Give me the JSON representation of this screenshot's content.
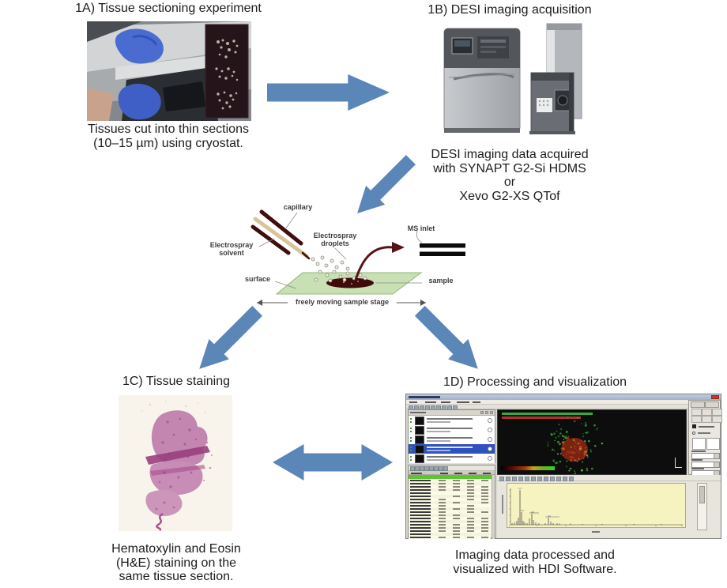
{
  "figure": {
    "background": "#ffffff",
    "arrow_color": "#5b86b8"
  },
  "panels": {
    "a": {
      "title": "1A) Tissue sectioning experiment",
      "caption": "Tissues cut into thin sections\n(10–15 µm) using cryostat."
    },
    "b": {
      "title": "1B) DESI imaging acquisition",
      "caption": "DESI imaging data acquired\nwith SYNAPT G2-Si HDMS\nor\nXevo G2-XS QTof"
    },
    "c": {
      "title": "1C) Tissue staining",
      "caption": "Hematoxylin and Eosin\n(H&E) staining on the\nsame tissue section."
    },
    "d": {
      "title": "1D) Processing and visualization",
      "caption": "Imaging data processed and\nvisualized with HDI Software."
    }
  },
  "schematic": {
    "labels": {
      "capillary": "capillary",
      "solvent": "Electrospray\nsolvent",
      "droplets": "Electrospray\ndroplets",
      "ms_inlet": "MS inlet",
      "surface": "surface",
      "sample": "sample",
      "stage": "freely moving sample stage"
    },
    "colors": {
      "surface": "#c9e0b4",
      "sample": "#400b0b",
      "capillary": "#3f0e0e",
      "solvent_line": "#d9c39a",
      "spray_arrow": "#5a1116"
    }
  },
  "hdi_screenshot": {
    "file_list": {
      "row_count": 5,
      "selected_row": 4,
      "selected_color": "#3052c0"
    },
    "peak_table": {
      "row_count": 19,
      "highlight_color": "#5ec432",
      "row_color": "#fafae8"
    },
    "ion_image": {
      "background": "#0d0d0d",
      "overlay_colors": [
        "#2c8f2c",
        "#b4321e"
      ]
    },
    "spectrum": {
      "background": "#f6f3c1"
    }
  }
}
